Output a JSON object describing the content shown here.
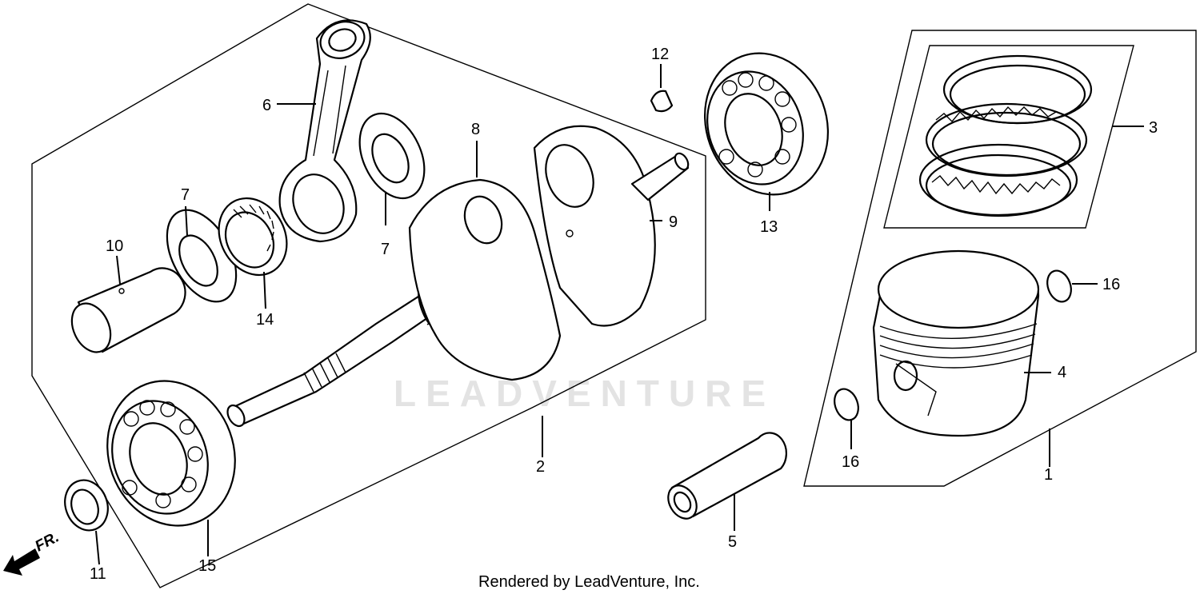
{
  "watermark": "LEADVENTURE",
  "credit": "Rendered by LeadVenture, Inc.",
  "direction_label": "FR.",
  "callouts": {
    "c1": "1",
    "c2": "2",
    "c3": "3",
    "c4": "4",
    "c5": "5",
    "c6": "6",
    "c7a": "7",
    "c7b": "7",
    "c8": "8",
    "c9": "9",
    "c10": "10",
    "c11": "11",
    "c12": "12",
    "c13": "13",
    "c14": "14",
    "c15": "15",
    "c16a": "16",
    "c16b": "16"
  }
}
